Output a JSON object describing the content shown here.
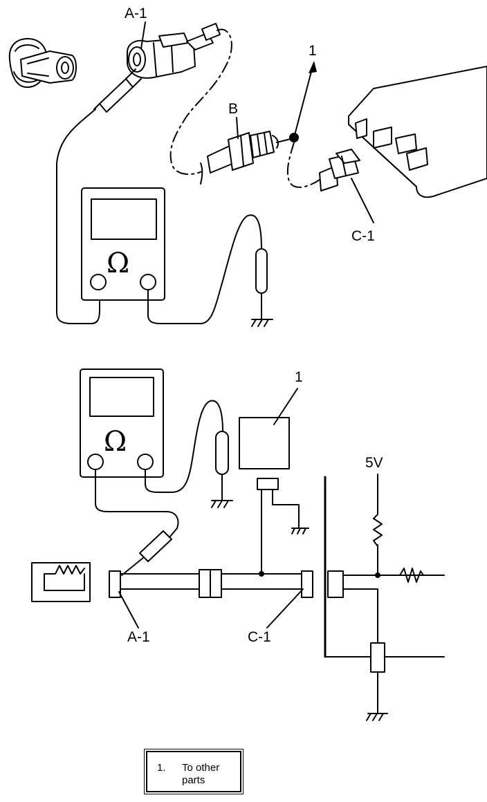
{
  "labels": {
    "top_a1": "A-1",
    "top_b": "B",
    "top_1": "1",
    "top_c1": "C-1",
    "bottom_1": "1",
    "bottom_5v": "5V",
    "bottom_a1": "A-1",
    "bottom_c1": "C-1",
    "ohm_symbol": "Ω"
  },
  "legend": {
    "number": "1.",
    "text": "To other parts"
  }
}
